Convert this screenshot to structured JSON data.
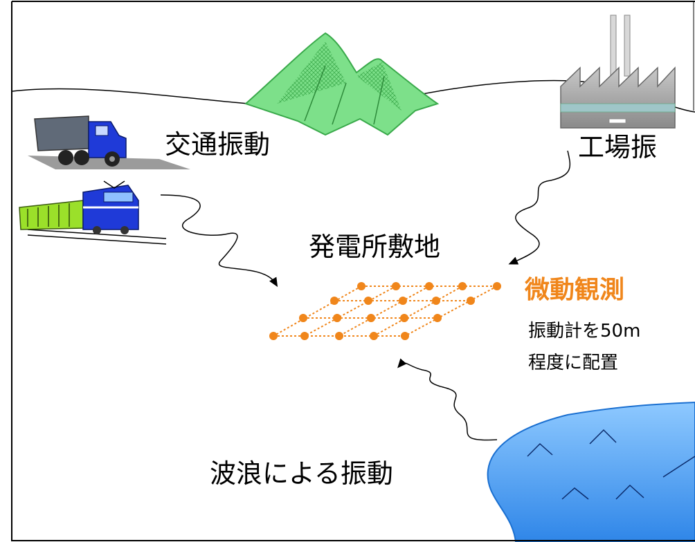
{
  "labels": {
    "traffic_vibration": "交通振動",
    "factory_vibration": "工場振",
    "plant_site": "発電所敷地",
    "microtremor": "微動観測",
    "seismometer_note_line1": "振動計を50m",
    "seismometer_note_line2": "程度に配置",
    "wave_vibration": "波浪による振動"
  },
  "colors": {
    "accent_orange": "#f0861b",
    "mountain_green": "#7de08a",
    "sea_blue": "#5aa8f0",
    "truck_blue": "#1f3ad8",
    "train_green": "#9be02a"
  },
  "icons": [
    "mountain-icon",
    "factory-icon",
    "truck-icon",
    "train-icon",
    "sea-icon"
  ]
}
